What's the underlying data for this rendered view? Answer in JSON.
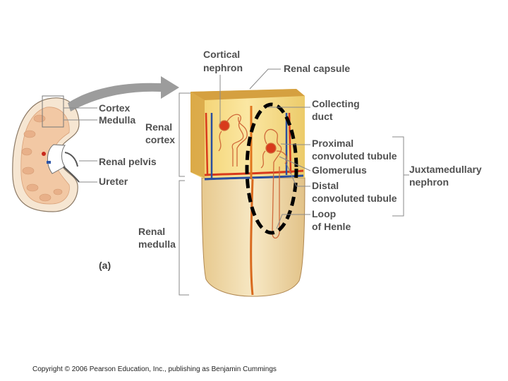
{
  "labels": {
    "cortical_nephron": [
      "Cortical",
      "nephron"
    ],
    "renal_capsule": "Renal capsule",
    "cortex": "Cortex",
    "medulla": "Medulla",
    "renal_cortex": [
      "Renal",
      "cortex"
    ],
    "renal_pelvis": "Renal pelvis",
    "ureter": "Ureter",
    "collecting_duct": [
      "Collecting",
      "duct"
    ],
    "proximal_tubule": [
      "Proximal",
      "convoluted tubule"
    ],
    "glomerulus": "Glomerulus",
    "distal_tubule": [
      "Distal",
      "convoluted tubule"
    ],
    "loop_of_henle": [
      "Loop",
      "of Henle"
    ],
    "juxtamedullary_nephron": [
      "Juxtamedullary",
      "nephron"
    ],
    "renal_medulla": [
      "Renal",
      "medulla"
    ],
    "panel": "(a)"
  },
  "copyright": "Copyright © 2006 Pearson Education, Inc., publishing as Benjamin Cummings",
  "colors": {
    "cortex_fill": "#f3d77d",
    "medulla_fill": "#f0dcb0",
    "capsule_band": "#c8892a",
    "artery": "#d83a1c",
    "vein": "#2a4fa0",
    "dashed_ellipse": "#000000"
  }
}
